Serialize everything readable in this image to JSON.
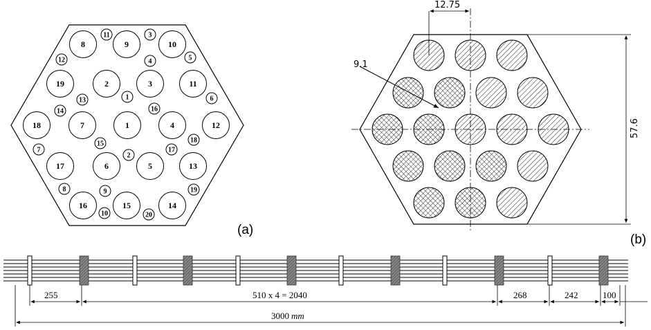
{
  "panel_a": {
    "caption": "(a)",
    "large_labels": [
      "8",
      "9",
      "10",
      "19",
      "2",
      "3",
      "11",
      "18",
      "7",
      "1",
      "4",
      "12",
      "17",
      "6",
      "5",
      "13",
      "16",
      "15",
      "14"
    ],
    "small_labels": [
      "11",
      "3",
      "12",
      "4",
      "5",
      "13",
      "1",
      "6",
      "14",
      "16",
      "15",
      "18",
      "7",
      "2",
      "17",
      "8",
      "9",
      "19",
      "10",
      "20"
    ]
  },
  "panel_b": {
    "caption": "(b)",
    "dim_top": "12.75",
    "dim_diag": "9.1",
    "dim_right": "57.6"
  },
  "panel_c": {
    "dim_255": "255",
    "dim_middle": "510 x 4 = 2040",
    "dim_268": "268",
    "dim_242": "242",
    "dim_100": "100",
    "dim_total": "3000",
    "dim_total_unit": "mm"
  }
}
